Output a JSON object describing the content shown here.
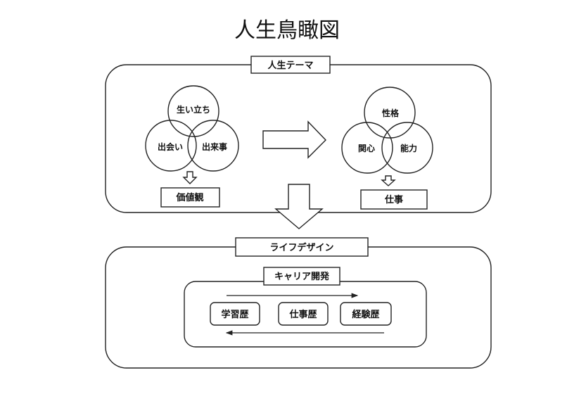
{
  "title": "人生鳥瞰図",
  "top_section": {
    "header": "人生テーマ",
    "left_circles": [
      "生い立ち",
      "出会い",
      "出来事"
    ],
    "left_result": "価値観",
    "right_circles": [
      "性格",
      "関心",
      "能力"
    ],
    "right_result": "仕事"
  },
  "bottom_section": {
    "header": "ライフデザイン",
    "inner_header": "キャリア開発",
    "items": [
      "学習歴",
      "仕事歴",
      "経験歴"
    ]
  }
}
